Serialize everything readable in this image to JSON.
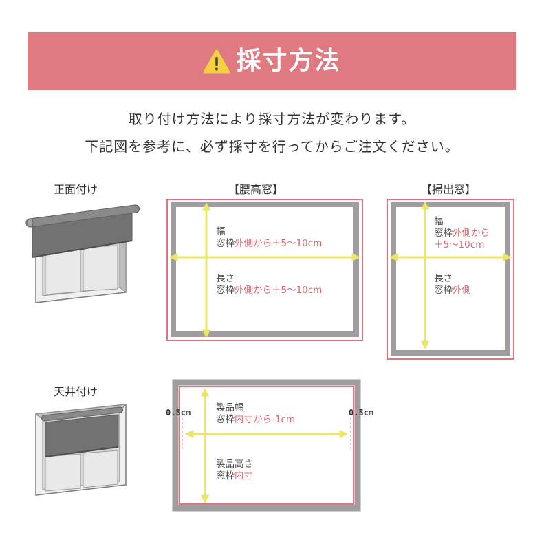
{
  "header": {
    "title": "採寸方法",
    "colors": {
      "banner": "#de7a80",
      "text": "#ffffff",
      "warning": "#f5d142"
    }
  },
  "intro": {
    "line1": "取り付け方法により採寸方法が変わります。",
    "line2": "下記図を参考に、必ず採寸を行ってからご注文ください。"
  },
  "front_mount": {
    "label": "正面付け",
    "koshidaka": {
      "title": "【腰高窓】",
      "width_label": "幅",
      "width_prefix": "窓枠",
      "width_value": "外側から＋5〜10cm",
      "height_label": "長さ",
      "height_prefix": "窓枠",
      "height_value": "外側から＋5〜10cm"
    },
    "hakidashi": {
      "title": "【掃出窓】",
      "width_label": "幅",
      "width_prefix": "窓枠",
      "width_value_line1": "外側から",
      "width_value_line2": "＋5〜10cm",
      "height_label": "長さ",
      "height_prefix": "窓枠",
      "height_value": "外側"
    }
  },
  "ceiling_mount": {
    "label": "天井付け",
    "margin_left": "0.5cm",
    "margin_right": "0.5cm",
    "width_label": "製品幅",
    "width_prefix": "窓枠",
    "width_value": "内寸から-1cm",
    "height_label": "製品高さ",
    "height_prefix": "窓枠",
    "height_value": "内寸"
  },
  "colors": {
    "frame": "#9e9e9e",
    "outline": "#e0656f",
    "arrow": "#ece56a",
    "highlight_text": "#e0656f"
  }
}
